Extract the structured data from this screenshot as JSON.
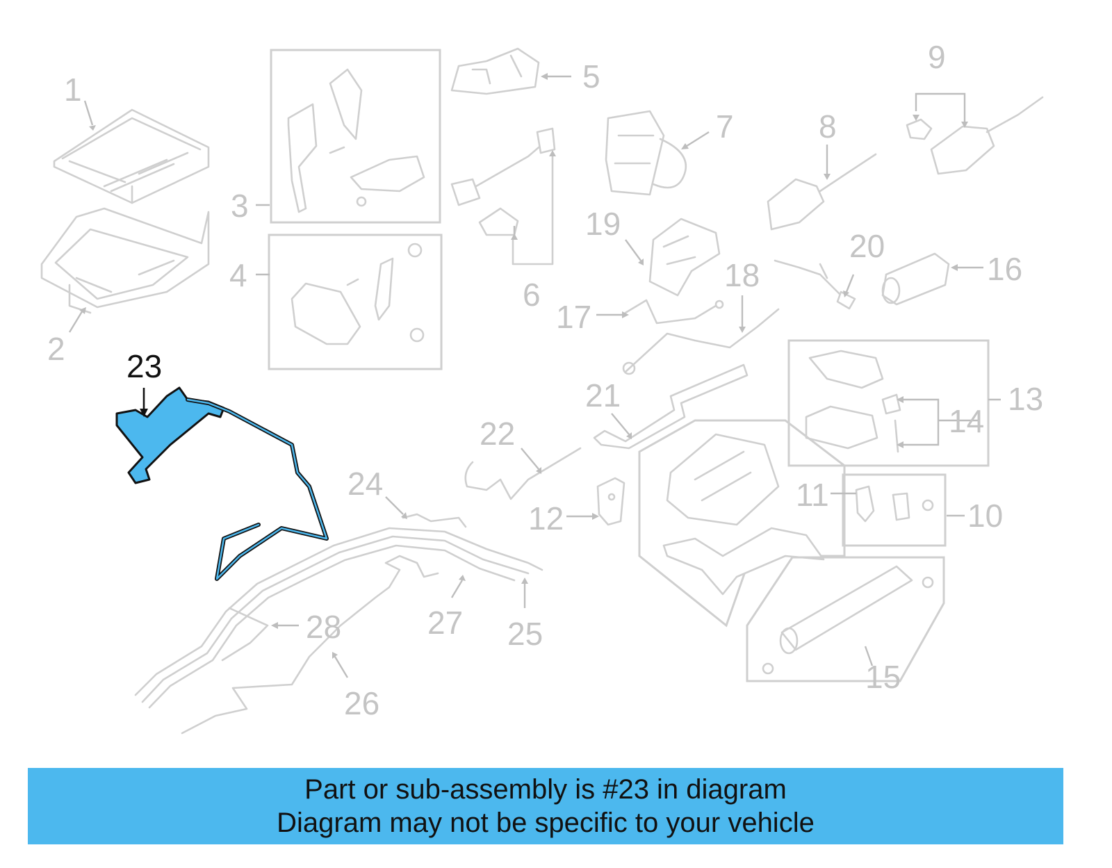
{
  "callouts": {
    "c1": "1",
    "c2": "2",
    "c3": "3",
    "c4": "4",
    "c5": "5",
    "c6": "6",
    "c7": "7",
    "c8": "8",
    "c9": "9",
    "c10": "10",
    "c11": "11",
    "c12": "12",
    "c13": "13",
    "c14": "14",
    "c15": "15",
    "c16": "16",
    "c17": "17",
    "c18": "18",
    "c19": "19",
    "c20": "20",
    "c21": "21",
    "c22": "22",
    "c23": "23",
    "c24": "24",
    "c25": "25",
    "c26": "26",
    "c27": "27",
    "c28": "28"
  },
  "highlight": {
    "part": "23",
    "color": "#4cb8ee"
  },
  "banner": {
    "line1": "Part or sub-assembly is #23 in diagram",
    "line2": "Diagram may not be specific to your vehicle",
    "color": "#4cb8ee"
  }
}
